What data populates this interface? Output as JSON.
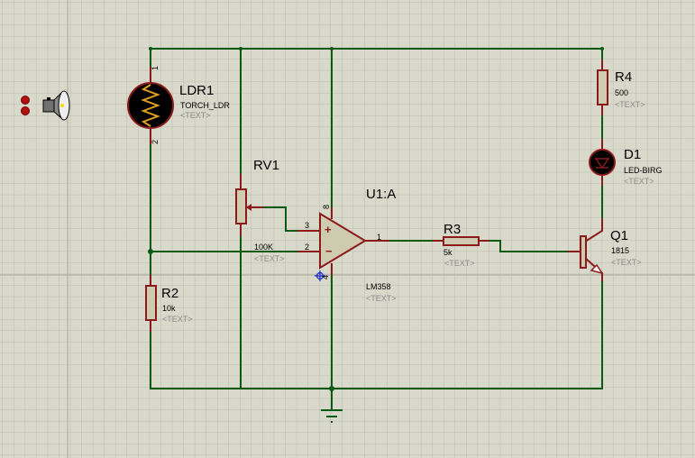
{
  "colors": {
    "background": "#d8d8cb",
    "grid": "#bdbdae",
    "wire": "#0b5a14",
    "component": "#8b1a1a",
    "body": "#cfcbb0"
  },
  "components": {
    "ldr1": {
      "ref": "LDR1",
      "value": "TORCH_LDR",
      "text": "<TEXT>",
      "pin1": "1",
      "pin2": "2"
    },
    "rv1": {
      "ref": "RV1",
      "value": "100K",
      "text": "<TEXT>"
    },
    "r2": {
      "ref": "R2",
      "value": "10k",
      "text": "<TEXT>"
    },
    "u1": {
      "ref": "U1:A",
      "value": "LM358",
      "text": "<TEXT>",
      "pin_plus": "3",
      "pin_minus": "2",
      "pin_out": "1",
      "pin_vcc": "8",
      "pin_gnd": "4",
      "plus_sign": "+",
      "minus_sign": "−"
    },
    "r3": {
      "ref": "R3",
      "value": "5k",
      "text": "<TEXT>"
    },
    "r4": {
      "ref": "R4",
      "value": "500",
      "text": "<TEXT>"
    },
    "d1": {
      "ref": "D1",
      "value": "LED-BIRG",
      "text": "<TEXT>"
    },
    "q1": {
      "ref": "Q1",
      "value": "1815",
      "text": "<TEXT>"
    }
  },
  "icons": [
    "speaker-icon",
    "probe-dots-icon",
    "crosshair-cursor-icon",
    "ground-icon"
  ]
}
